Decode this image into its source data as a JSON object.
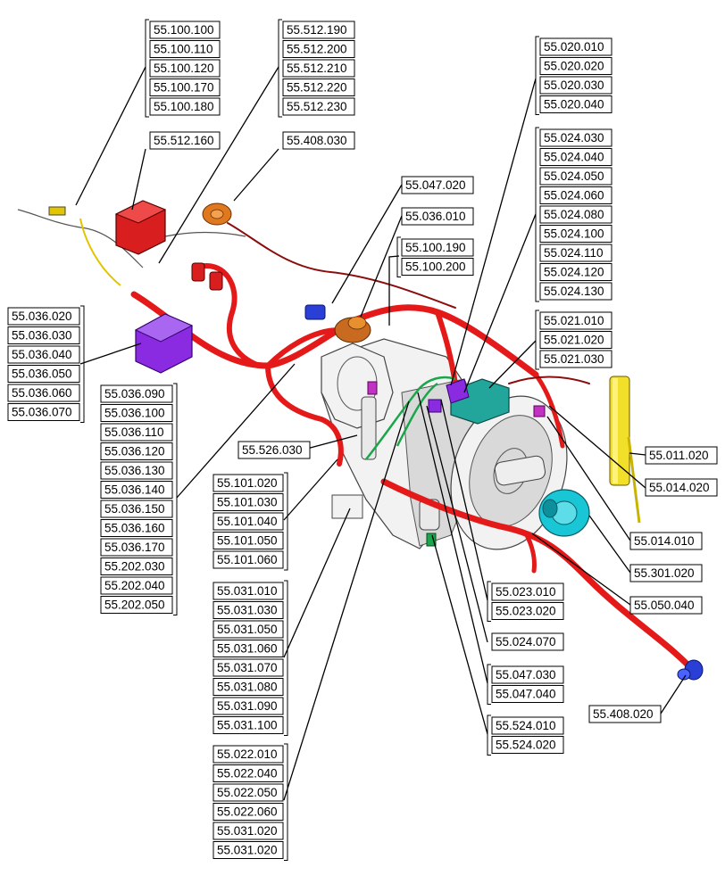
{
  "colors": {
    "harness": "#e41a1a",
    "relay_red": "#d81e1e",
    "module_purple": "#8a2be2",
    "sensor_orange": "#e07820",
    "connector_blue": "#2a3fd6",
    "ecu_teal": "#22a59a",
    "alternator_cyan": "#19c6d6",
    "heater_yellow": "#f2df2a",
    "wire_green": "#1aa64a",
    "connector_magenta": "#c232c2"
  },
  "groups": [
    {
      "id": "g-55-100-100",
      "labels": [
        "55.100.100",
        "55.100.110",
        "55.100.120",
        "55.100.170",
        "55.100.180"
      ]
    },
    {
      "id": "g-55-512-190",
      "labels": [
        "55.512.190",
        "55.512.200",
        "55.512.210",
        "55.512.220",
        "55.512.230"
      ]
    },
    {
      "id": "g-55-020-010",
      "labels": [
        "55.020.010",
        "55.020.020",
        "55.020.030",
        "55.020.040"
      ]
    },
    {
      "id": "g-55-024-030",
      "labels": [
        "55.024.030",
        "55.024.040",
        "55.024.050",
        "55.024.060",
        "55.024.080",
        "55.024.100",
        "55.024.110",
        "55.024.120",
        "55.024.130"
      ]
    },
    {
      "id": "g-55-512-160",
      "labels": [
        "55.512.160"
      ]
    },
    {
      "id": "g-55-408-030",
      "labels": [
        "55.408.030"
      ]
    },
    {
      "id": "g-55-047-020",
      "labels": [
        "55.047.020"
      ]
    },
    {
      "id": "g-55-036-010",
      "labels": [
        "55.036.010"
      ]
    },
    {
      "id": "g-55-100-190",
      "labels": [
        "55.100.190",
        "55.100.200"
      ]
    },
    {
      "id": "g-55-021-010",
      "labels": [
        "55.021.010",
        "55.021.020",
        "55.021.030"
      ]
    },
    {
      "id": "g-55-036-020",
      "labels": [
        "55.036.020",
        "55.036.030",
        "55.036.040",
        "55.036.050",
        "55.036.060",
        "55.036.070"
      ]
    },
    {
      "id": "g-55-036-090",
      "labels": [
        "55.036.090",
        "55.036.100",
        "55.036.110",
        "55.036.120",
        "55.036.130",
        "55.036.140",
        "55.036.150",
        "55.036.160",
        "55.036.170",
        "55.202.030",
        "55.202.040",
        "55.202.050"
      ]
    },
    {
      "id": "g-55-526-030",
      "labels": [
        "55.526.030"
      ]
    },
    {
      "id": "g-55-101-020",
      "labels": [
        "55.101.020",
        "55.101.030",
        "55.101.040",
        "55.101.050",
        "55.101.060"
      ]
    },
    {
      "id": "g-55-031-010",
      "labels": [
        "55.031.010",
        "55.031.030",
        "55.031.050",
        "55.031.060",
        "55.031.070",
        "55.031.080",
        "55.031.090",
        "55.031.100"
      ]
    },
    {
      "id": "g-55-022-010",
      "labels": [
        "55.022.010",
        "55.022.040",
        "55.022.050",
        "55.022.060",
        "55.031.020",
        "55.031.020"
      ]
    },
    {
      "id": "g-55-011-020",
      "labels": [
        "55.011.020"
      ]
    },
    {
      "id": "g-55-014-020",
      "labels": [
        "55.014.020"
      ]
    },
    {
      "id": "g-55-014-010",
      "labels": [
        "55.014.010"
      ]
    },
    {
      "id": "g-55-301-020",
      "labels": [
        "55.301.020"
      ]
    },
    {
      "id": "g-55-050-040",
      "labels": [
        "55.050.040"
      ]
    },
    {
      "id": "g-55-023-010",
      "labels": [
        "55.023.010",
        "55.023.020"
      ]
    },
    {
      "id": "g-55-024-070",
      "labels": [
        "55.024.070"
      ]
    },
    {
      "id": "g-55-047-030",
      "labels": [
        "55.047.030",
        "55.047.040"
      ]
    },
    {
      "id": "g-55-524-010",
      "labels": [
        "55.524.010",
        "55.524.020"
      ]
    },
    {
      "id": "g-55-408-020",
      "labels": [
        "55.408.020"
      ]
    }
  ]
}
